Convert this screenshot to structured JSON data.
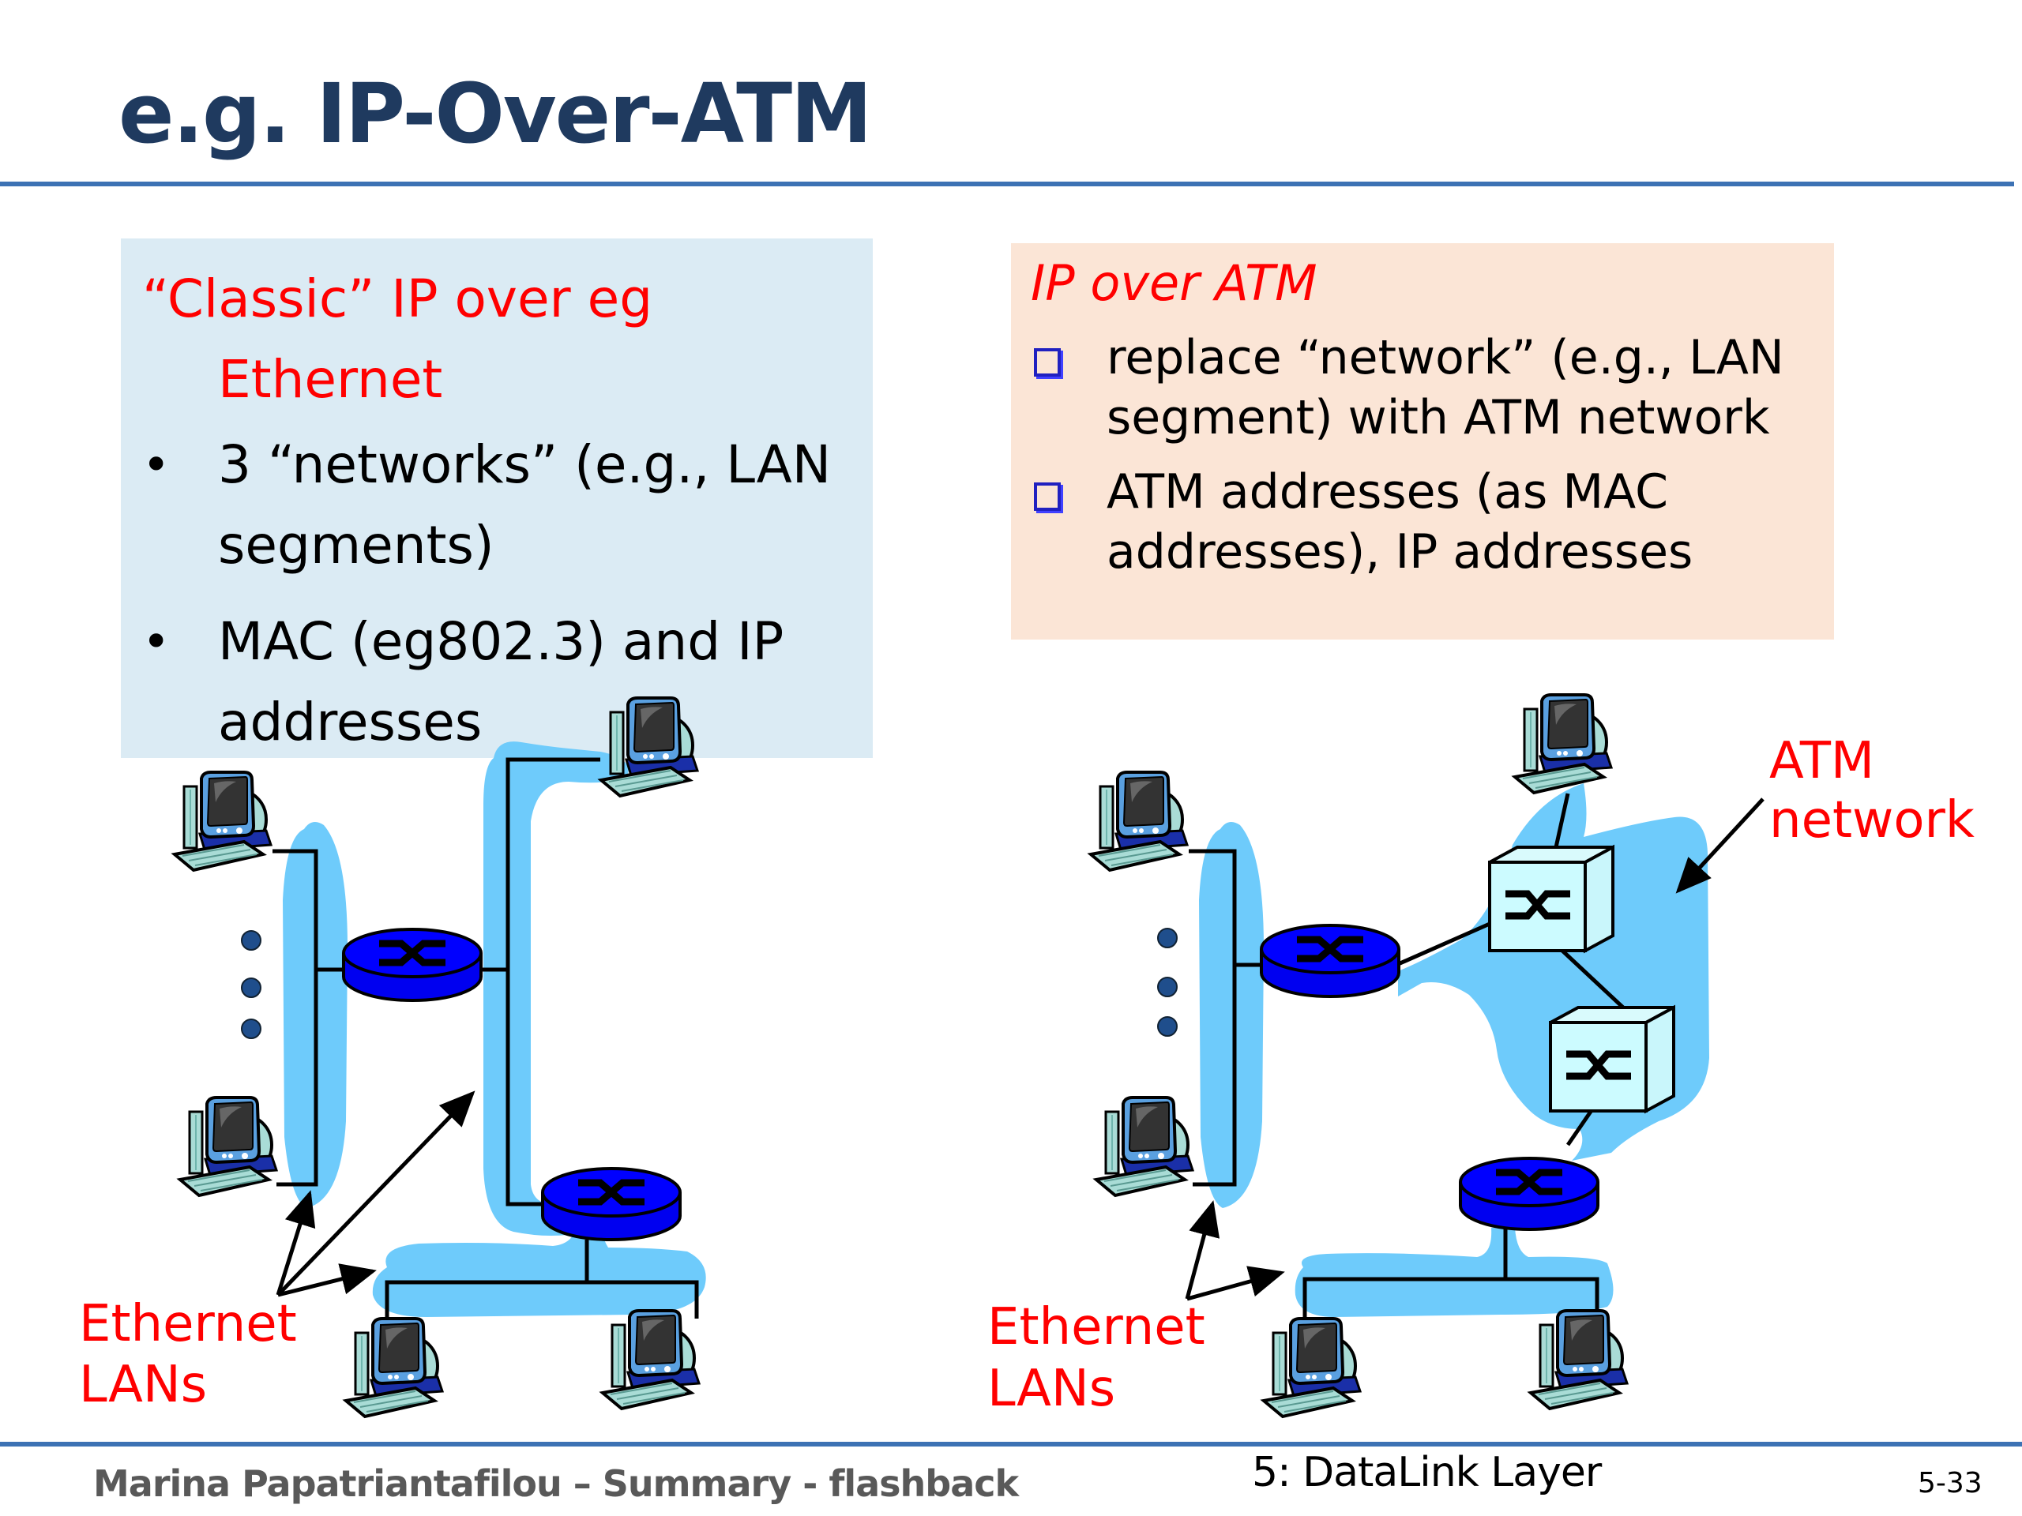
{
  "slide": {
    "title": "e.g. IP-Over-ATM",
    "accent_color": "#3d72b4",
    "title_color": "#1f3a5f"
  },
  "left_box": {
    "heading_line1": "“Classic” IP over eg",
    "heading_line2": "Ethernet",
    "bullets": [
      {
        "marker": "•",
        "text": "3 “networks” (e.g., LAN segments)"
      },
      {
        "marker": "•",
        "text": "MAC (eg802.3) and IP addresses"
      }
    ],
    "background": "#dbebf4"
  },
  "right_box": {
    "heading": "IP over ATM",
    "bullets": [
      {
        "marker": "checkbox-square",
        "text": "replace “network” (e.g., LAN segment) with ATM network"
      },
      {
        "marker": "checkbox-square",
        "text": "ATM addresses (as MAC addresses), IP addresses"
      }
    ],
    "background": "#fbe5d6"
  },
  "left_diagram": {
    "label_line1": "Ethernet",
    "label_line2": "LANs",
    "hosts": 5,
    "routers": 2,
    "lan_segments": 3
  },
  "right_diagram": {
    "label_line1": "Ethernet",
    "label_line2": "LANs",
    "atm_label_line1": "ATM",
    "atm_label_line2": "network",
    "hosts": 5,
    "routers": 2,
    "atm_switches": 2
  },
  "footer": {
    "author": "Marina Papatriantafilou –  Summary - flashback",
    "chapter": "5: DataLink Layer",
    "page": "5-33"
  }
}
